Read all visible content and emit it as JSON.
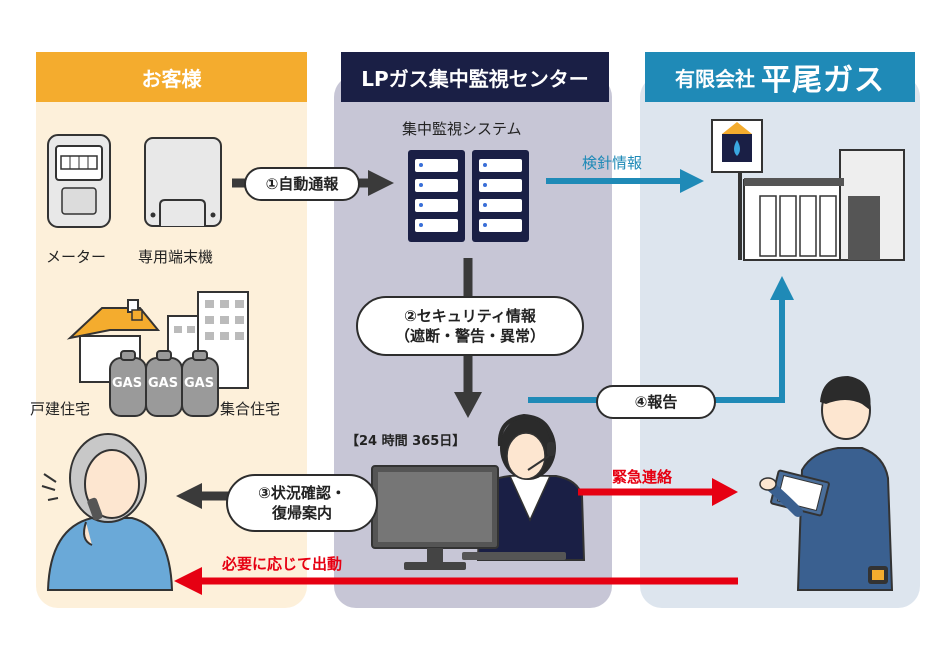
{
  "columns": {
    "left": "お客様",
    "middle": "LPガス集中監視センター",
    "right_prefix": "有限会社",
    "right_name": "平尾ガス"
  },
  "labels": {
    "meter": "メーター",
    "terminal": "専用端末機",
    "detached_house": "戸建住宅",
    "apartment": "集合住宅",
    "system": "集中監視システム",
    "hours": "【24 時間 365日】",
    "gas_tank": "GAS"
  },
  "flows": {
    "auto_report": "①自動通報",
    "security_line1": "②セキュリティ情報",
    "security_line2": "（遮断・警告・異常）",
    "status_line1": "③状況確認・",
    "status_line2": "復帰案内",
    "report": "④報告",
    "meter_reading": "検針情報",
    "emergency": "緊急連絡",
    "dispatch": "必要に応じて出動"
  },
  "colors": {
    "customer": "#f4ac2e",
    "center": "#1a1f45",
    "company": "#1f8ab7",
    "alert": "#e60012",
    "info": "#1f8ab7"
  }
}
